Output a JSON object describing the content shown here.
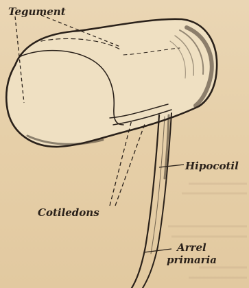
{
  "labels": {
    "tegument": "Tegument",
    "hipocotil": "Hipocotil",
    "cotiledons": "Cotiledons",
    "arrel_line1": "Arrel",
    "arrel_line2": "primaria"
  },
  "colors": {
    "paper": "#e8d2ae",
    "ink": "#2a211a"
  }
}
